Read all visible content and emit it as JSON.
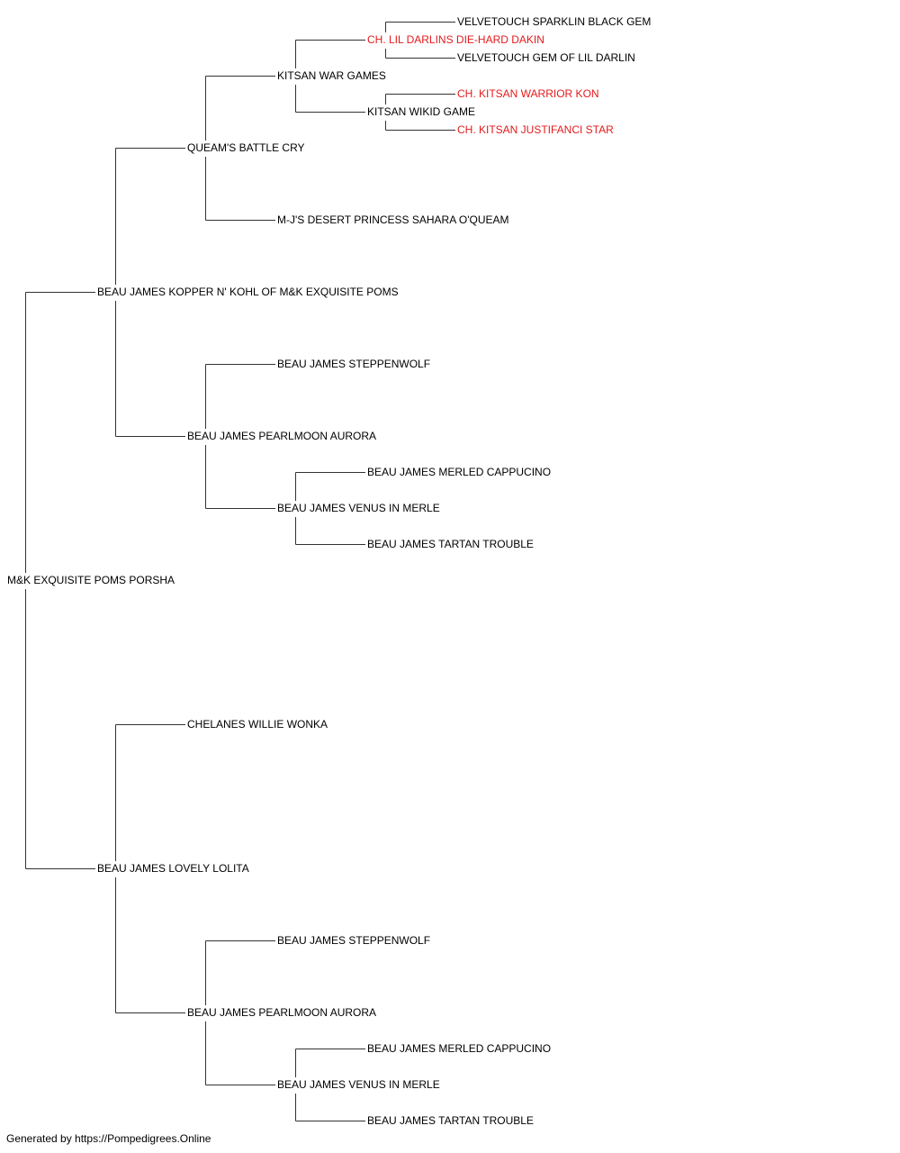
{
  "colors": {
    "line": "#333333",
    "text": "#000000",
    "champion": "#e41a1c"
  },
  "pedigree": {
    "name": "M&K EXQUISITE POMS PORSHA",
    "sire": {
      "name": "BEAU JAMES KOPPER N' KOHL OF M&K EXQUISITE POMS",
      "sire": {
        "name": "QUEAM'S BATTLE CRY",
        "sire": {
          "name": "KITSAN WAR GAMES",
          "sire": {
            "name": "CH. LIL DARLINS DIE-HARD DAKIN",
            "champion": true,
            "sire": {
              "name": "VELVETOUCH SPARKLIN BLACK GEM"
            },
            "dam": {
              "name": "VELVETOUCH GEM OF LIL DARLIN"
            }
          },
          "dam": {
            "name": "KITSAN WIKID GAME",
            "sire": {
              "name": "CH. KITSAN WARRIOR KON",
              "champion": true
            },
            "dam": {
              "name": "CH. KITSAN JUSTIFANCI STAR",
              "champion": true
            }
          }
        },
        "dam": {
          "name": "M-J'S DESERT PRINCESS SAHARA O'QUEAM"
        }
      },
      "dam": {
        "name": "BEAU JAMES PEARLMOON AURORA",
        "sire": {
          "name": "BEAU JAMES STEPPENWOLF"
        },
        "dam": {
          "name": "BEAU JAMES VENUS IN MERLE",
          "sire": {
            "name": "BEAU JAMES MERLED CAPPUCINO"
          },
          "dam": {
            "name": "BEAU JAMES TARTAN TROUBLE"
          }
        }
      }
    },
    "dam": {
      "name": "BEAU JAMES LOVELY LOLITA",
      "sire": {
        "name": "CHELANES WILLIE WONKA"
      },
      "dam": {
        "name": "BEAU JAMES PEARLMOON AURORA",
        "sire": {
          "name": "BEAU JAMES STEPPENWOLF"
        },
        "dam": {
          "name": "BEAU JAMES VENUS IN MERLE",
          "sire": {
            "name": "BEAU JAMES MERLED CAPPUCINO"
          },
          "dam": {
            "name": "BEAU JAMES TARTAN TROUBLE"
          }
        }
      }
    }
  },
  "footer": "Generated by https://Pompedigrees.Online"
}
